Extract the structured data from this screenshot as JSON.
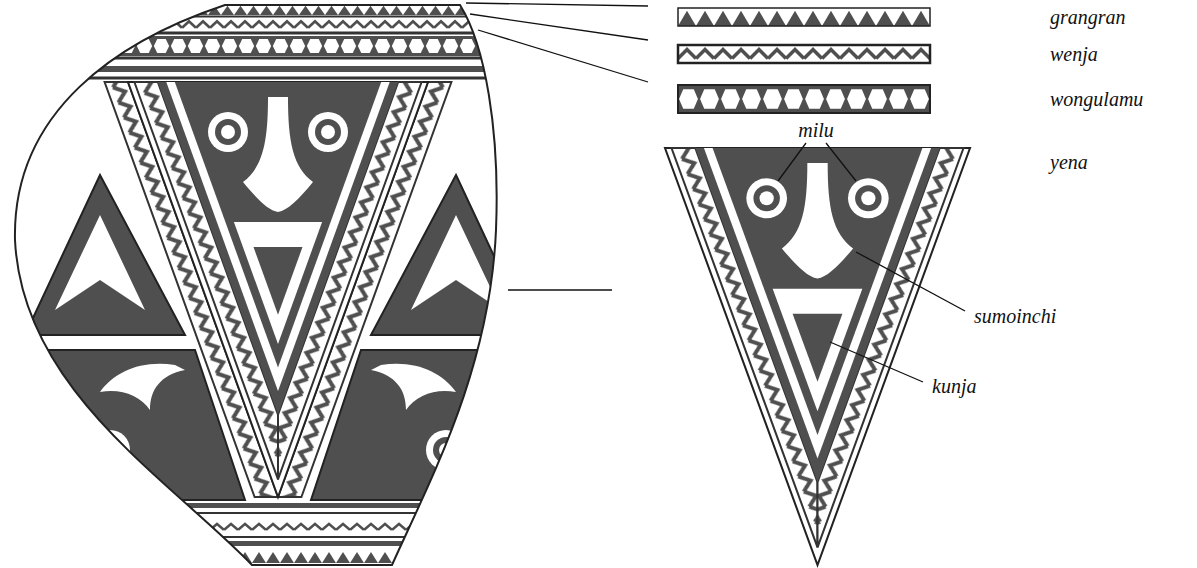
{
  "diagram": {
    "labels": [
      "grangran",
      "wenja",
      "wongulamu",
      "milu",
      "yena",
      "sumoinchi",
      "kunja"
    ]
  }
}
